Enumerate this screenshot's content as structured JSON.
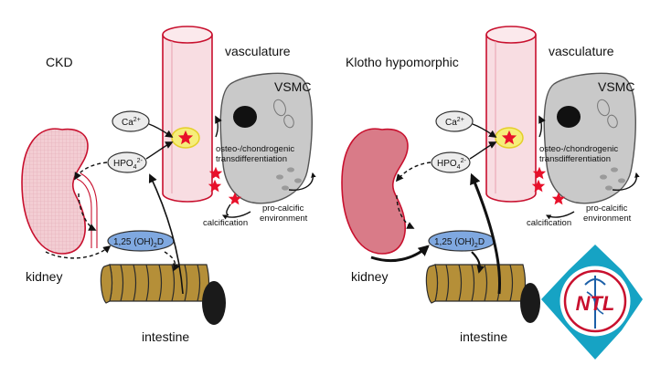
{
  "panels": [
    {
      "title": "CKD",
      "labels": {
        "vasculature": "vasculature",
        "vsmc": "VSMC",
        "ca": "Ca",
        "ca_sup": "2+",
        "hpo": "HPO",
        "hpo_sub": "4",
        "hpo_sup": "2-",
        "osteo_line1": "osteo-/chondrogenic",
        "osteo_line2": "transdifferentiation",
        "procalcific_line1": "pro-calcific",
        "procalcific_line2": "environment",
        "calcification": "calcification",
        "vitd_a": "1,25 (OH)",
        "vitd_sub": "2",
        "vitd_b": "D",
        "kidney": "kidney",
        "intestine": "intestine"
      }
    },
    {
      "title": "Klotho hypomorphic",
      "labels": {
        "vasculature": "vasculature",
        "vsmc": "VSMC",
        "ca": "Ca",
        "ca_sup": "2+",
        "hpo": "HPO",
        "hpo_sub": "4",
        "hpo_sup": "2-",
        "osteo_line1": "osteo-/chondrogenic",
        "osteo_line2": "transdifferentiation",
        "procalcific_line1": "pro-calcific",
        "procalcific_line2": "environment",
        "calcification": "calcification",
        "vitd_a": "1,25 (OH)",
        "vitd_sub": "2",
        "vitd_b": "D",
        "kidney": "kidney",
        "intestine": "intestine"
      }
    }
  ],
  "logo": {
    "text": "NTL"
  },
  "colors": {
    "vessel_fill": "#f8dde2",
    "vessel_stroke": "#c8102e",
    "star": "#e8102a",
    "vsmc_fill": "#c9c9c9",
    "vitd_fill": "#7fa8e0",
    "intestine_fill": "#b58f38",
    "kidney_ckd": "#f0c4cc",
    "kidney_klotho": "#d97b88",
    "logo_teal": "#16a3c4",
    "logo_red": "#c8102e"
  }
}
